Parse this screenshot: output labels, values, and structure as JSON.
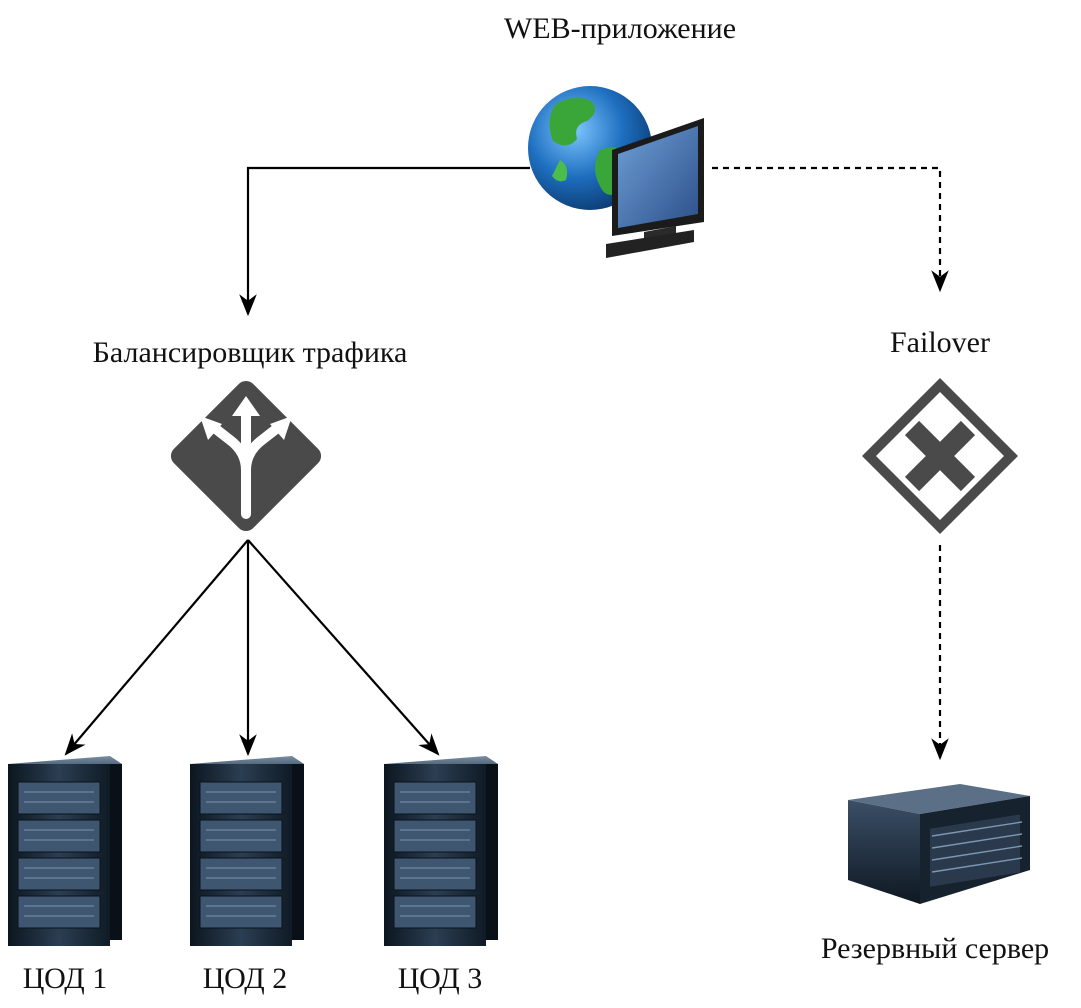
{
  "nodes": {
    "web_app": {
      "label": "WEB-приложение",
      "icon": "globe-monitor-icon"
    },
    "balancer": {
      "label": "Балансировщик трафика",
      "icon": "traffic-split-icon"
    },
    "failover": {
      "label": "Failover",
      "icon": "failover-x-icon"
    },
    "datacenters": [
      {
        "label": "ЦОД 1",
        "icon": "server-rack-icon"
      },
      {
        "label": "ЦОД 2",
        "icon": "server-rack-icon"
      },
      {
        "label": "ЦОД 3",
        "icon": "server-rack-icon"
      }
    ],
    "backup_server": {
      "label": "Резервный сервер",
      "icon": "server-box-icon"
    }
  },
  "edges": [
    {
      "from": "web_app",
      "to": "balancer",
      "style": "solid"
    },
    {
      "from": "web_app",
      "to": "failover",
      "style": "dashed"
    },
    {
      "from": "balancer",
      "to": "dc1",
      "style": "solid"
    },
    {
      "from": "balancer",
      "to": "dc2",
      "style": "solid"
    },
    {
      "from": "balancer",
      "to": "dc3",
      "style": "solid"
    },
    {
      "from": "failover",
      "to": "backup_server",
      "style": "dashed"
    }
  ],
  "colors": {
    "icon_dark": "#4a4a4a",
    "line": "#000000",
    "globe_ocean": "#1e6fc0",
    "globe_land": "#3aa63a",
    "server_body": "#1c2a38"
  }
}
